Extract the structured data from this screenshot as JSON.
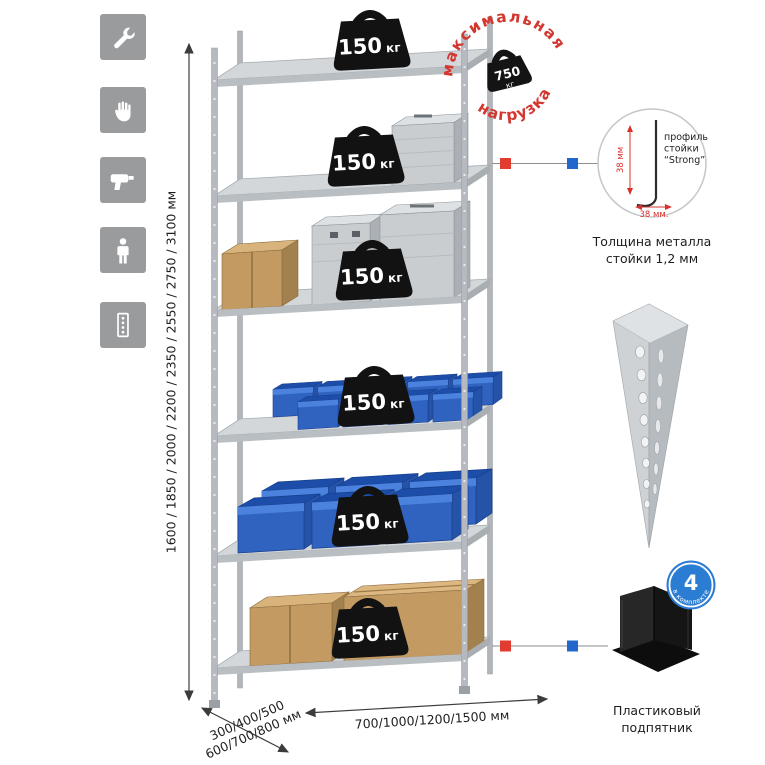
{
  "sidebar": {
    "icons": [
      {
        "name": "wrench"
      },
      {
        "name": "gloves"
      },
      {
        "name": "drill"
      },
      {
        "name": "person"
      },
      {
        "name": "upright-profile"
      }
    ]
  },
  "rack": {
    "shelf_count": 6,
    "load_value": "150",
    "load_unit": "кг"
  },
  "stamp": {
    "arc_top": "максимальная",
    "arc_bottom": "нагрузка",
    "value": "750",
    "unit": "кг"
  },
  "dimensions": {
    "height": "1600 / 1850 / 2000 / 2200 / 2350 / 2550 / 2750 / 3100 мм",
    "depth_line1": "300/400/500",
    "depth_line2": "600/700/800 мм",
    "width": "700/1000/1200/1500 мм"
  },
  "profile": {
    "label_line1": "профиль",
    "label_line2": "стойки",
    "label_line3": "“Strong”",
    "dim_vertical": "38 мм",
    "dim_horizontal": "38 мм.",
    "caption_line1": "Толщина металла",
    "caption_line2": "стойки 1,2 мм"
  },
  "foot": {
    "badge_number": "4",
    "badge_text": "в комплекте",
    "caption_line1": "Пластиковый",
    "caption_line2": "подпятник"
  }
}
